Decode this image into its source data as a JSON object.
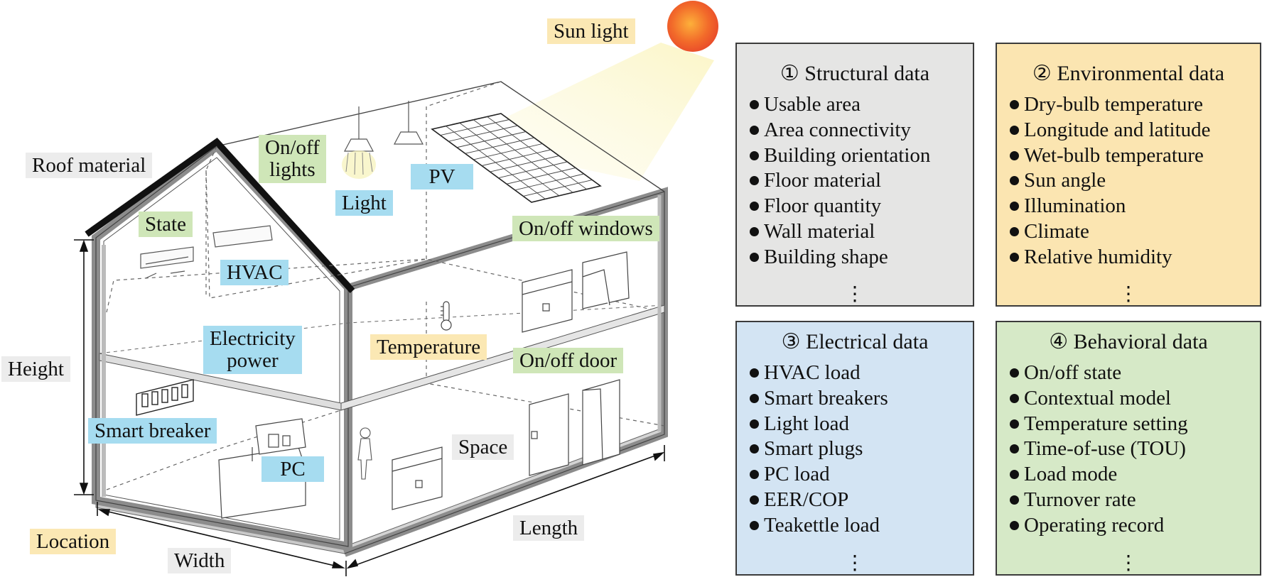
{
  "labels": {
    "sun_light": "Sun light",
    "roof_material": "Roof material",
    "on_off_lights": "On/off lights",
    "on_off_lights_l1": "On/off",
    "on_off_lights_l2": "lights",
    "pv": "PV",
    "light": "Light",
    "state": "State",
    "on_off_windows": "On/off windows",
    "hvac": "HVAC",
    "electricity_power_l1": "Electricity",
    "electricity_power_l2": "power",
    "temperature": "Temperature",
    "on_off_door": "On/off door",
    "height": "Height",
    "smart_breaker": "Smart breaker",
    "space": "Space",
    "pc": "PC",
    "location": "Location",
    "length": "Length",
    "width": "Width"
  },
  "panels": {
    "structural": {
      "title": "① Structural data",
      "items": [
        "Usable area",
        "Area connectivity",
        "Building orientation",
        "Floor material",
        "Floor quantity",
        "Wall material",
        "Building shape"
      ],
      "more": "⋮",
      "color": "#e5e5e4"
    },
    "environmental": {
      "title": "② Environmental data",
      "items": [
        "Dry-bulb temperature",
        "Longitude and latitude",
        "Wet-bulb temperature",
        "Sun angle",
        "Illumination",
        "Climate",
        "Relative humidity"
      ],
      "more": "⋮",
      "color": "#fbe5b1"
    },
    "electrical": {
      "title": "③ Electrical data",
      "items": [
        "HVAC load",
        "Smart breakers",
        "Light load",
        "Smart plugs",
        "PC load",
        "EER/COP",
        "Teakettle load"
      ],
      "more": "⋮",
      "color": "#d3e4f3"
    },
    "behavioral": {
      "title": "④ Behavioral data",
      "items": [
        "On/off state",
        "Contextual model",
        "Temperature setting",
        "Time-of-use (TOU)",
        "Load mode",
        "Turnover rate",
        "Operating record"
      ],
      "more": "⋮",
      "color": "#d6e9c7"
    }
  },
  "colors": {
    "label_gray": "#ececec",
    "label_yellow": "#fbe8b4",
    "label_green": "#cfe6b8",
    "label_blue": "#a6dcf0",
    "sun": "#f0582a"
  }
}
